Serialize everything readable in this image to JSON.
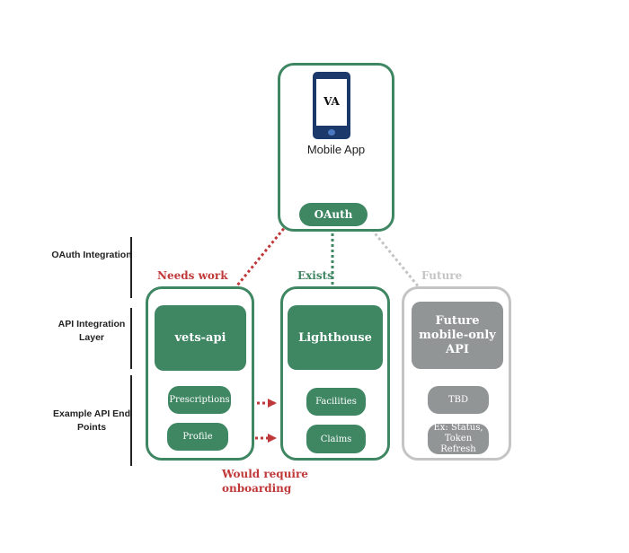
{
  "app": {
    "screen_label": "VA",
    "name": "Mobile App"
  },
  "oauth": {
    "label": "OAuth"
  },
  "layers": [
    {
      "label": "OAuth Integration"
    },
    {
      "label": "API Integration Layer"
    },
    {
      "label": "Example API End Points"
    }
  ],
  "columns": {
    "vets_api": {
      "status": "Needs work",
      "title": "vets-api",
      "endpoints": [
        "Prescriptions",
        "Profile"
      ]
    },
    "lighthouse": {
      "status": "Exists",
      "title": "Lighthouse",
      "endpoints": [
        "Facilities",
        "Claims"
      ]
    },
    "future": {
      "status": "Future",
      "title": "Future mobile-only API",
      "endpoints": [
        "TBD",
        "Ex: Status, Token Refresh"
      ]
    }
  },
  "onboarding_note": "Would require onboarding",
  "colors": {
    "green": "#3f8663",
    "red": "#c0393a",
    "grey": "#929596",
    "light_grey": "#c4c4c4",
    "phone_navy": "#1b3a6b"
  }
}
